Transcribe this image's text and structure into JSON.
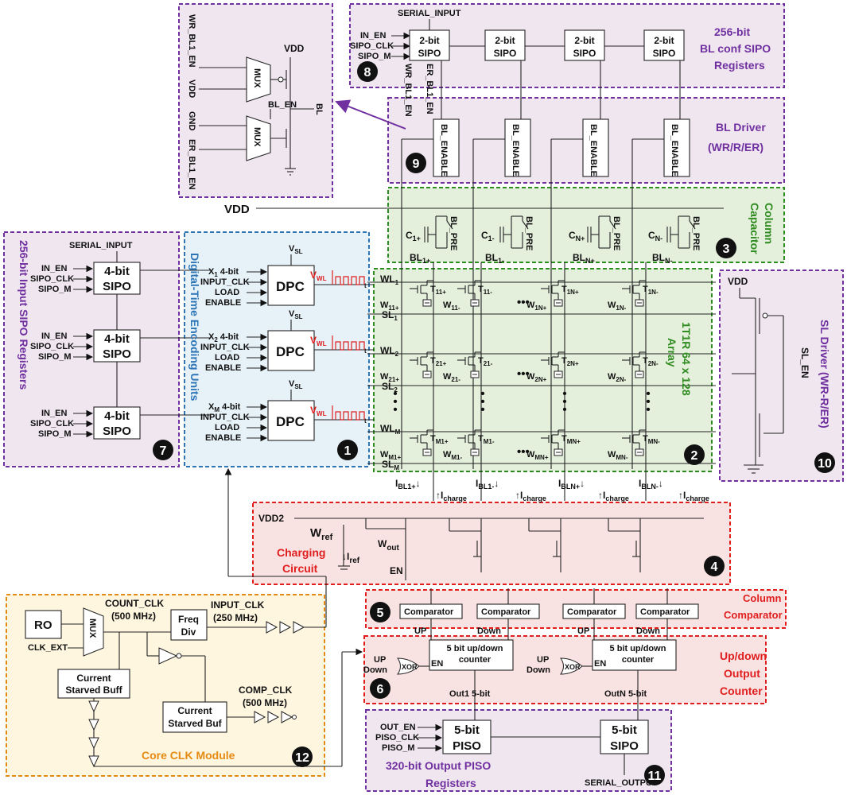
{
  "regions": {
    "bl_sipo": {
      "title": "256-bit\nBL conf SIPO\nRegisters",
      "badge": "8"
    },
    "bl_driver": {
      "title": "BL Driver\n(WR/R/ER)",
      "badge": "9"
    },
    "column_cap": {
      "title": "Column\nCapacitor",
      "badge": "3"
    },
    "array": {
      "title": "1T1R 64 x 128\nArray",
      "badge": "2"
    },
    "sl_driver": {
      "title": "SL Driver (WR-R/ER)",
      "badge": "10"
    },
    "input_sipo": {
      "title": "256-bit Input SIPO Registers",
      "badge": "7"
    },
    "dte": {
      "title": "Digital-Time Encoding Units",
      "badge": "1"
    },
    "charging": {
      "title": "Charging\nCircuit",
      "badge": "4"
    },
    "comparator": {
      "title": "Column\nComparator",
      "badge": "5"
    },
    "counter": {
      "title": "Up/down\nOutput\nCounter",
      "badge": "6"
    },
    "piso": {
      "title": "320-bit Output PISO\nRegisters",
      "badge": "11"
    },
    "clk": {
      "title": "Core CLK Module",
      "badge": "12"
    },
    "bl_detail": {
      "badge": ""
    }
  },
  "labels": {
    "serial_input": "SERIAL_INPUT",
    "in_en": "IN_EN",
    "sipo_clk": "SIPO_CLK",
    "sipo_m": "SIPO_M",
    "sipo2": "2-bit\nSIPO",
    "sipo4": "4-bit\nSIPO",
    "bl_enable": "BL_ENABLE",
    "wr_bl1_en": "WR_BL1_EN",
    "er_bl1_en": "ER_BL1_EN",
    "vdd": "VDD",
    "vdd2": "VDD2",
    "gnd": "GND",
    "mux": "MUX",
    "bl": "BL",
    "bl_en": "BL_EN",
    "bl_pre": "BL_PRE",
    "dpc": "DPC",
    "input_clk": "INPUT_CLK",
    "load": "LOAD",
    "enable": "ENABLE",
    "four_bit": "4-bit",
    "sl_en": "SL_EN",
    "comparator": "Comparator",
    "counter": "5 bit up/down\ncounter",
    "xor": "XOR",
    "up": "UP",
    "down": "Down",
    "en": "EN",
    "out1": "Out1 5-bit",
    "outn": "OutN 5-bit",
    "out_en": "OUT_EN",
    "piso_clk": "PISO_CLK",
    "piso_m": "PISO_M",
    "piso5": "5-bit\nPISO",
    "sipo5": "5-bit\nSIPO",
    "serial_output": "SERIAL_OUTPUT",
    "ro": "RO",
    "clk_ext": "CLK_EXT",
    "count_clk": "COUNT_CLK\n(500 MHz)",
    "freq_div": "Freq\nDiv",
    "input_clk_freq": "INPUT_CLK\n(250 MHz)",
    "csb1": "Current\nStarved Buff",
    "csb2": "Current\nStarved Buf",
    "comp_clk": "COMP_CLK\n(500 MHz)",
    "charging_wref": "W",
    "charging_wout": "W"
  },
  "colors": {
    "purple": "#7030a0",
    "green": "#2e8b1f",
    "blue": "#2e75b6",
    "red": "#e01e1e",
    "orange": "#e58a12",
    "purple_bg": "#efe6ef",
    "green_bg": "#e4f0dc",
    "blue_bg": "#e7f1f8",
    "red_bg": "#f9e2e2",
    "orange_bg": "#fff6e0"
  }
}
